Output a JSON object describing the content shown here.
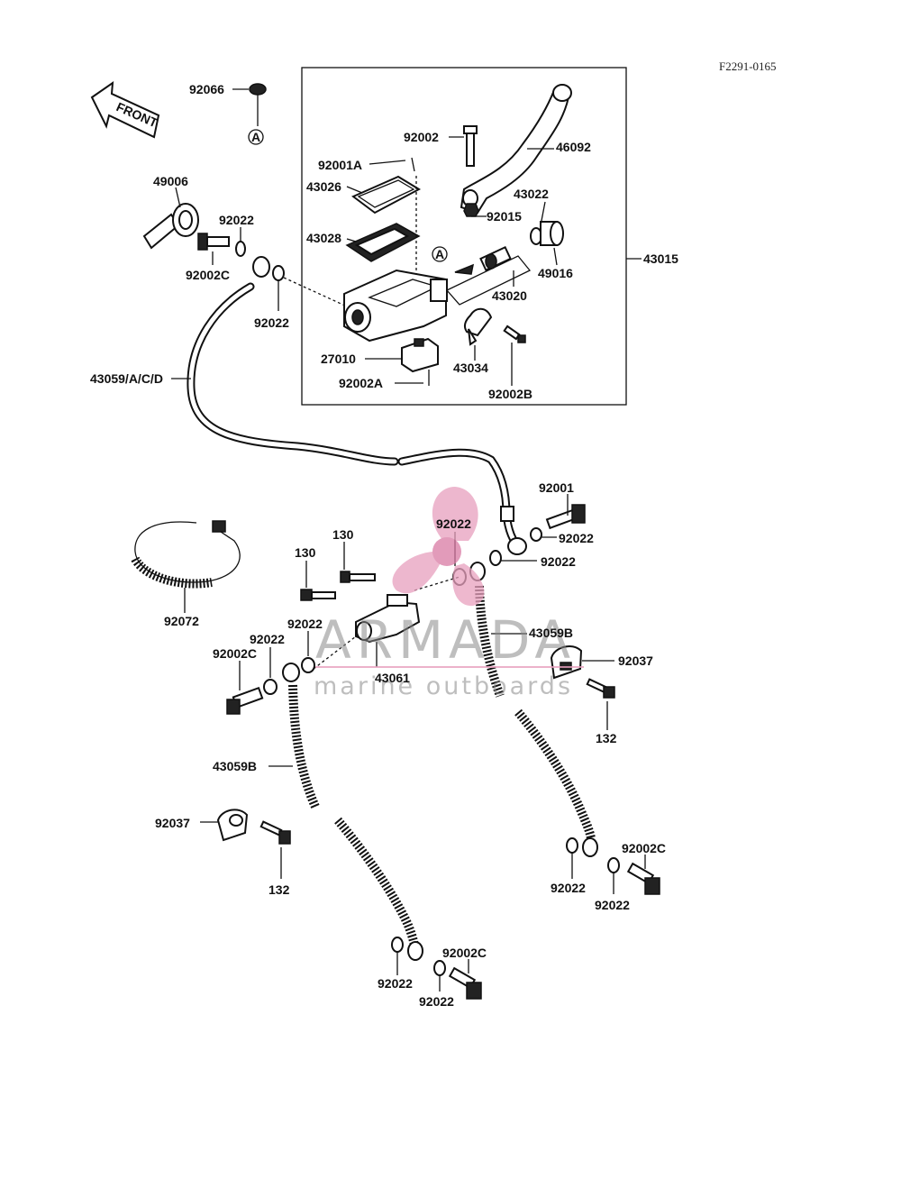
{
  "diagram_code": "F2291-0165",
  "front_label": "FRONT",
  "ref_marker": "A",
  "watermark": {
    "brand": "ARMADA",
    "tagline": "marine outboards",
    "accent_color": "#e8a0be"
  },
  "labels": {
    "p92066": "92066",
    "p49006": "49006",
    "p92022_a": "92022",
    "p92002c_a": "92002C",
    "p92022_b": "92022",
    "p43059acd": "43059/A/C/D",
    "p92002": "92002",
    "p46092": "46092",
    "p92001a": "92001A",
    "p43026": "43026",
    "p43022": "43022",
    "p92015": "92015",
    "p43028": "43028",
    "p49016": "49016",
    "p43015": "43015",
    "p43020": "43020",
    "p27010": "27010",
    "p43034": "43034",
    "p92002a": "92002A",
    "p92002b": "92002B",
    "p92001": "92001",
    "p92022_c": "92022",
    "p92022_d": "92022",
    "p92022_e": "92022",
    "p130_a": "130",
    "p130_b": "130",
    "p92072": "92072",
    "p92022_f": "92022",
    "p92022_g": "92022",
    "p92002c_b": "92002C",
    "p43061": "43061",
    "p43059b_a": "43059B",
    "p92037_a": "92037",
    "p132_a": "132",
    "p43059b_b": "43059B",
    "p92037_b": "92037",
    "p132_b": "132",
    "p92002c_c": "92002C",
    "p92022_h": "92022",
    "p92022_i": "92022",
    "p92002c_d": "92002C",
    "p92022_j": "92022",
    "p92022_k": "92022"
  }
}
